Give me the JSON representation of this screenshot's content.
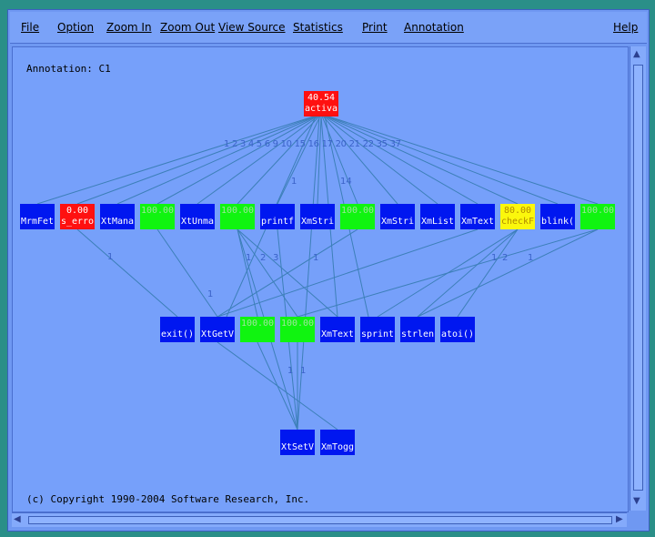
{
  "menu": {
    "file": "File",
    "option": "Option",
    "zoom_in": "Zoom In",
    "zoom_out": "Zoom Out",
    "view_source": "View Source",
    "statistics": "Statistics",
    "print": "Print",
    "annotation": "Annotation",
    "help": "Help"
  },
  "annotation_label": "Annotation: C1",
  "copyright": "(c) Copyright 1990-2004 Software Research, Inc.",
  "root": {
    "value": "40.54",
    "name": "activa"
  },
  "root_edge_labels": "1 2 3 4 5 6 9 10 15 16 17 20 21 22 35 37",
  "level1": [
    {
      "name": "MrmFet",
      "value": "",
      "color": "blue"
    },
    {
      "name": "s_erro",
      "value": "0.00",
      "color": "red"
    },
    {
      "name": "XtMana",
      "value": "",
      "color": "blue"
    },
    {
      "name": "",
      "value": "100.00",
      "color": "green"
    },
    {
      "name": "XtUnma",
      "value": "",
      "color": "blue"
    },
    {
      "name": "",
      "value": "100.00",
      "color": "green"
    },
    {
      "name": "printf",
      "value": "",
      "color": "blue"
    },
    {
      "name": "XmStri",
      "value": "",
      "color": "blue"
    },
    {
      "name": "",
      "value": "100.00",
      "color": "green"
    },
    {
      "name": "XmStri",
      "value": "",
      "color": "blue"
    },
    {
      "name": "XmList",
      "value": "",
      "color": "blue"
    },
    {
      "name": "XmText",
      "value": "",
      "color": "blue"
    },
    {
      "name": "checkF",
      "value": "80.00",
      "color": "yellow"
    },
    {
      "name": "blink(",
      "value": "",
      "color": "blue"
    },
    {
      "name": "",
      "value": "100.00",
      "color": "green"
    }
  ],
  "level2": [
    {
      "name": "exit()",
      "value": "",
      "color": "blue"
    },
    {
      "name": "XtGetV",
      "value": "",
      "color": "blue"
    },
    {
      "name": "",
      "value": "100.00",
      "color": "green"
    },
    {
      "name": "",
      "value": "100.00",
      "color": "green"
    },
    {
      "name": "XmText",
      "value": "",
      "color": "blue"
    },
    {
      "name": "sprint",
      "value": "",
      "color": "blue"
    },
    {
      "name": "strlen",
      "value": "",
      "color": "blue"
    },
    {
      "name": "atoi()",
      "value": "",
      "color": "blue"
    }
  ],
  "level3": [
    {
      "name": "XtSetV",
      "value": "",
      "color": "blue"
    },
    {
      "name": "XmTogg",
      "value": "",
      "color": "blue"
    }
  ],
  "edge_labels": [
    "1",
    "14",
    "1",
    "1",
    "2",
    "3",
    "1",
    "1",
    "2",
    "1",
    "1",
    "1",
    "1"
  ]
}
